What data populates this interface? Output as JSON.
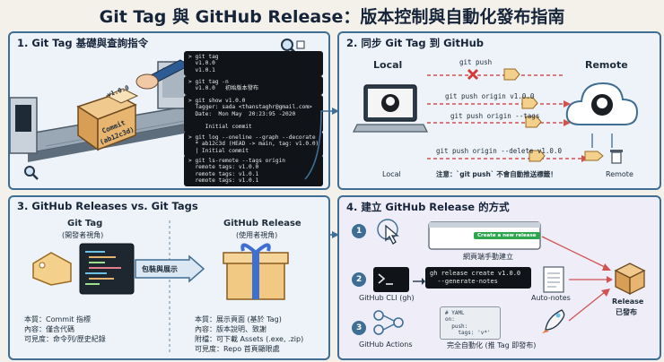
{
  "title": "Git Tag 與 GitHub Release：版本控制與自動化發布指南",
  "p1": {
    "heading": "1. Git Tag 基礎與查詢指令",
    "box_tag": "v1.0.0",
    "box_commit": "Commit",
    "box_hash": "(ab12c3d)",
    "term1": "> git tag\n  v1.0.0\n  v1.0.1",
    "term2": "> git tag -n\n  v1.0.0   初始版本發布",
    "term3": "> git show v1.0.0\n  Tagger: sada <thanstaghr@gmail.com>\n  Date:  Mon May  20:23:95 -2020\n\n     Initial commit",
    "term4": "> git log --oneline --graph --decorate\n  * ab12c3d (HEAD -> main, tag: v1.0.0)\n  | Initial commit",
    "term5": "> git ls-remote --tags origin\n  remote tags: v1.0.0\n  remote tags: v1.0.1\n  remote tags: v1.0.1"
  },
  "p2": {
    "heading": "2. 同步 Git Tag 到 GitHub",
    "local": "Local",
    "remote": "Remote",
    "local_bottom": "Local",
    "remote_bottom": "Remote",
    "cmd1": "git push",
    "cmd2": "git push origin v1.0.0",
    "cmd3": "git push origin --tags",
    "cmd4": "git push origin --delete v1.0.0",
    "note": "注意：`git push` 不會自動推送標籤！"
  },
  "p3": {
    "heading": "3. GitHub Releases vs. Git Tags",
    "left_title": "Git Tag",
    "left_sub": "(開發者視角)",
    "right_title": "GitHub Release",
    "right_sub": "(使用者視角)",
    "arrow_label": "包裝與展示",
    "left_lines": [
      "本質：Commit 指標",
      "內容：僅含代碼",
      "可見度：命令列/歷史紀錄"
    ],
    "right_lines": [
      "本質：展示頁面 (基於 Tag)",
      "內容：版本說明、致謝",
      "附檔：可下載 Assets (.exe, .zip)",
      "可見度：Repo 首頁顯眼處"
    ]
  },
  "p4": {
    "heading": "4. 建立 GitHub Release 的方式",
    "m1_button": "Create a new release",
    "m1_label": "網頁端手動建立",
    "m2_cmd": "gh release create v1.0.0\n  --generate-notes",
    "m2_label": "GitHub CLI (gh)",
    "m2_notes": "Auto-notes",
    "m3_yaml": "# YAML\non:\n  push:\n    tags: 'v*'",
    "m3_label": "GitHub Actions",
    "m3_auto": "完全自動化 (推 Tag 即發布)",
    "result1": "Release",
    "result2": "已發布",
    "n1": "1",
    "n2": "2",
    "n3": "3"
  }
}
